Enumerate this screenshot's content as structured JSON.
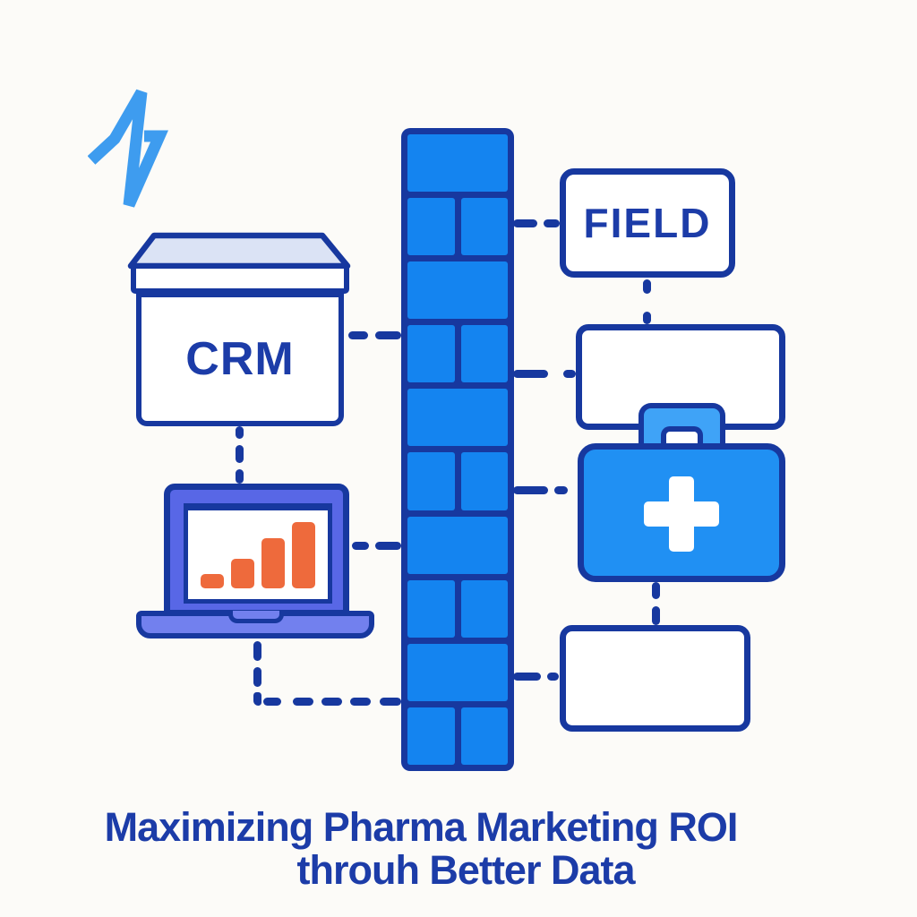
{
  "logo": {
    "icon": "pulse-logo-icon"
  },
  "diagram": {
    "crm": {
      "label": "CRM"
    },
    "field": {
      "label": "FIELD"
    },
    "wall": {
      "rows": [
        "full",
        "split",
        "full",
        "split",
        "full",
        "split",
        "full",
        "split",
        "full",
        "split"
      ]
    },
    "laptop_chart": {
      "type": "bar",
      "values": [
        16,
        33,
        56,
        74
      ]
    }
  },
  "title": {
    "line1": "Maximizing Pharma Marketing ROI",
    "line2": "throuh Better Data"
  },
  "colors": {
    "navy": "#17389F",
    "text": "#1C3CA8",
    "brick": "#1484F0",
    "case": "#2090F3",
    "handle": "#3FA3F7",
    "logo": "#3E9CEF",
    "laptop-frame": "#5867E6",
    "laptop-base": "#7280EE",
    "orange": "#EE6A3C",
    "lid": "#DBE3F5",
    "bg": "#FCFBF8",
    "box-fill": "#FFFFFF"
  }
}
